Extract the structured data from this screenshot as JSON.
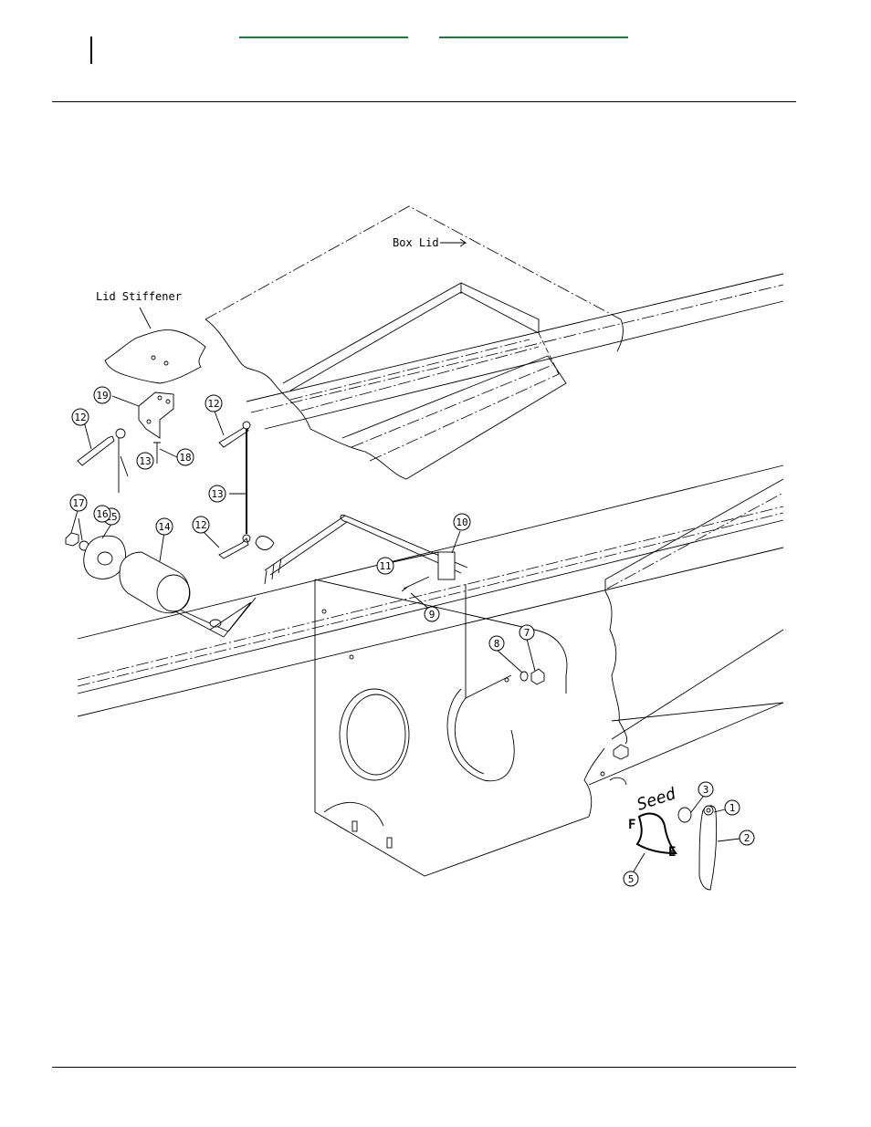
{
  "header": {
    "links": [
      {
        "id": "link-left",
        "text": ""
      },
      {
        "id": "link-right",
        "text": ""
      }
    ]
  },
  "labels": {
    "box_lid": "Box Lid",
    "lid_stiffener": "Lid Stiffener",
    "seed": "Seed",
    "letter_f": "F",
    "letter_e": "E"
  },
  "callouts": {
    "c1": "1",
    "c2": "2",
    "c3": "3",
    "c5": "5",
    "c7": "7",
    "c8": "8",
    "c9": "9",
    "c10": "10",
    "c11": "11",
    "c12a": "12",
    "c12b": "12",
    "c12c": "12",
    "c13a": "13",
    "c13b": "13",
    "c14": "14",
    "c15": "15",
    "c16": "16",
    "c17": "17",
    "c18": "18",
    "c19": "19"
  },
  "colors": {
    "line": "#000000",
    "link": "#1a7a3a",
    "background": "#ffffff"
  }
}
